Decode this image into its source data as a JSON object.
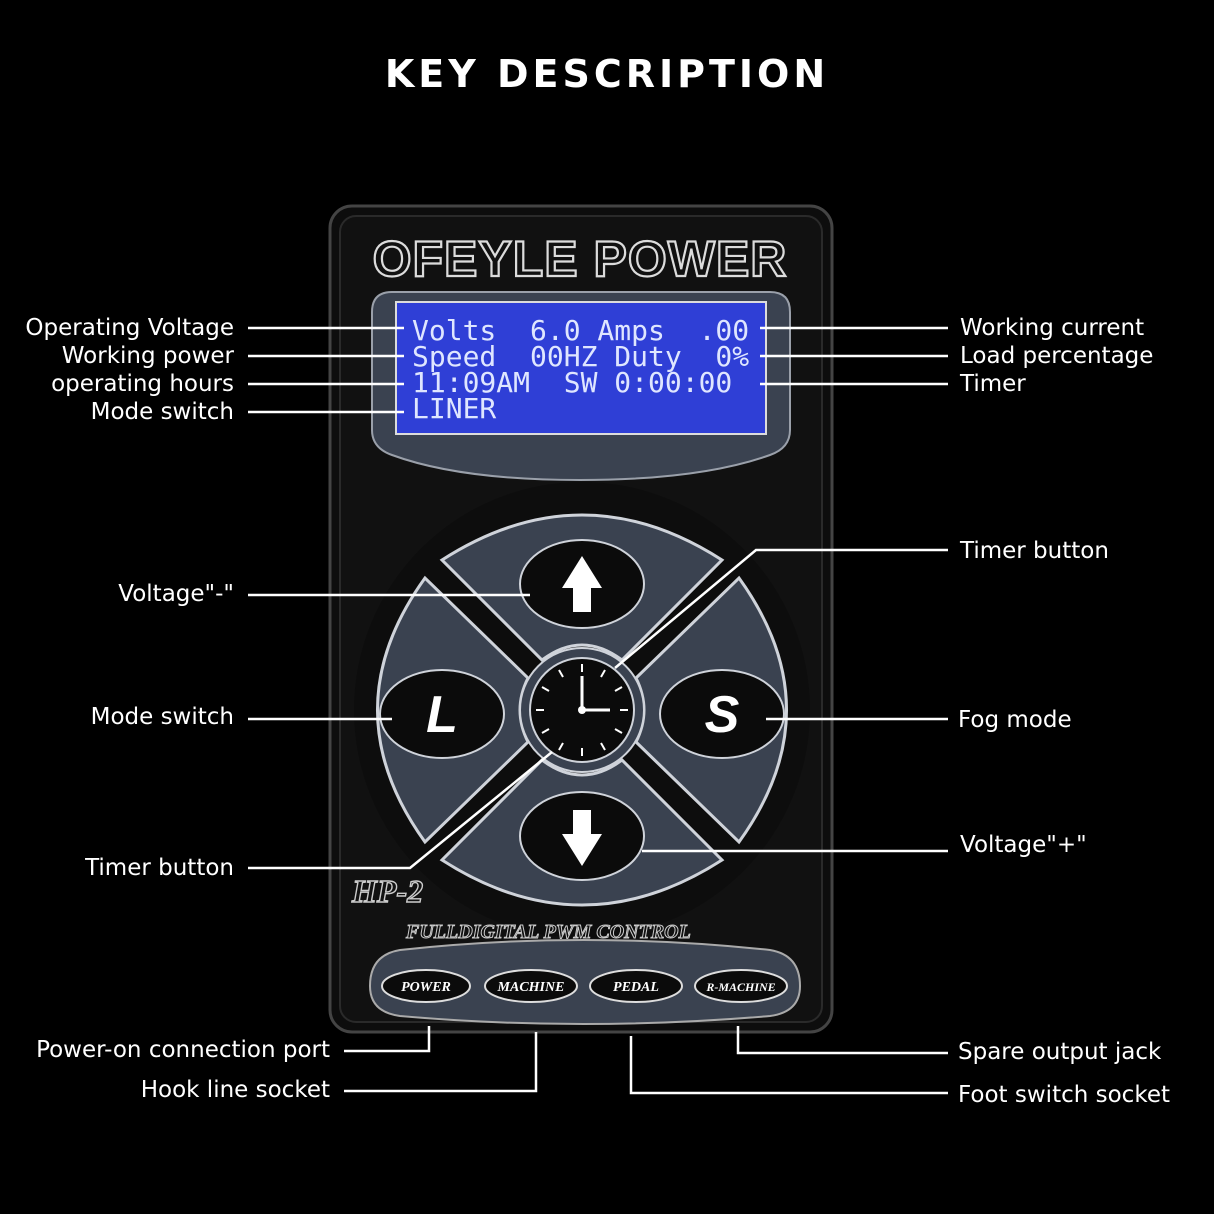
{
  "title": "KEY DESCRIPTION",
  "device": {
    "brand": "OFEYLE POWER",
    "model": "HP-2",
    "subtitle": "FULLDIGITAL PWM CONTROL",
    "lcd_lines": [
      "Volts  6.0 Amps  .00",
      "Speed  00HZ Duty  0%",
      "11:09AM  SW 0:00:00",
      "LINER"
    ],
    "buttons": {
      "left": "L",
      "right": "S"
    },
    "ports": [
      "POWER",
      "MACHINE",
      "PEDAL",
      "R-MACHINE"
    ]
  },
  "labels_left": {
    "operating_voltage": "Operating Voltage",
    "working_power": "Working power",
    "operating_hours": "operating hours",
    "mode_switch_lcd": "Mode switch",
    "voltage_minus": "Voltage\"-\"",
    "mode_switch_btn": "Mode switch",
    "timer_button_left": "Timer button",
    "power_port": "Power-on connection port",
    "hook_socket": "Hook line socket"
  },
  "labels_right": {
    "working_current": "Working current",
    "load_percentage": "Load percentage",
    "timer": "Timer",
    "timer_button_right": "Timer button",
    "fog_mode": "Fog mode",
    "voltage_plus": "Voltage\"+\"",
    "spare_jack": "Spare output jack",
    "foot_switch": "Foot switch socket"
  },
  "colors": {
    "background": "#000000",
    "lcd": "#2f3fd6",
    "panel": "#0d0d0d",
    "button": "#3a4250"
  }
}
